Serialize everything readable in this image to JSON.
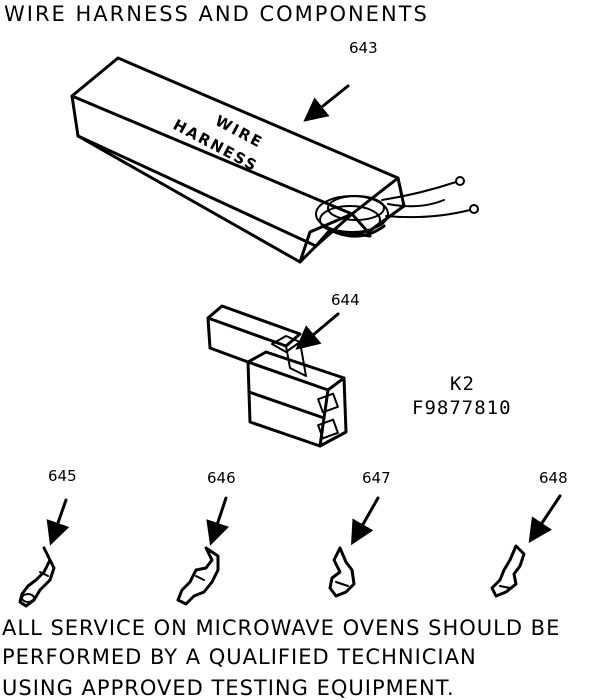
{
  "title": "WIRE HARNESS AND COMPONENTS",
  "box_lettering": [
    "WIRE",
    "HARNESS"
  ],
  "parts": [
    {
      "ref": "643"
    },
    {
      "ref": "644"
    },
    {
      "ref": "645"
    },
    {
      "ref": "646"
    },
    {
      "ref": "647"
    },
    {
      "ref": "648"
    }
  ],
  "model": {
    "line1": "K2",
    "line2": "F9877810"
  },
  "notice": [
    "ALL SERVICE ON MICROWAVE OVENS SHOULD BE",
    "PERFORMED BY A QUALIFIED TECHNICIAN",
    "USING APPROVED TESTING EQUIPMENT."
  ]
}
